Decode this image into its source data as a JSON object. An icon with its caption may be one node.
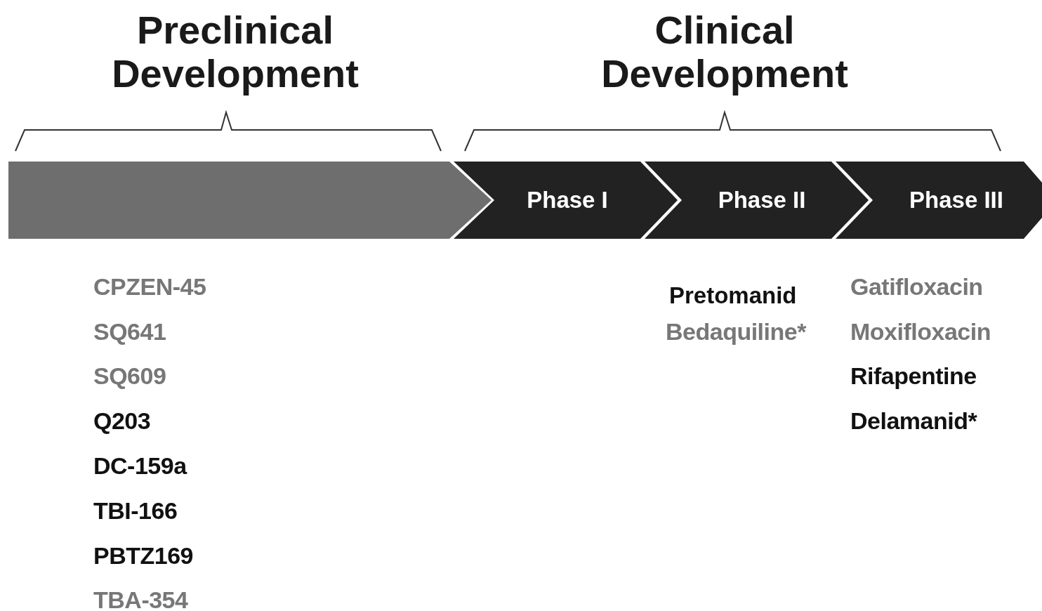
{
  "diagram": {
    "nodes": [
      {
        "text": [],
        "shape": "bar"
      },
      {
        "text": [
          "Phase I"
        ]
      },
      {
        "text": [
          "Phase II"
        ]
      },
      {
        "text": [
          "Phase III"
        ]
      }
    ],
    "labels": [
      "Preclinical Development",
      "Clinical Development",
      "CPZEN-45",
      "SQ641",
      "SQ609",
      "Q203",
      "DC-159a",
      "TBI-166",
      "PBTZ169",
      "TBA-354",
      "Pretomanid",
      "Bedaquiline*",
      "Gatifloxacin",
      "Moxifloxacin",
      "Rifapentine",
      "Delamanid*"
    ]
  }
}
